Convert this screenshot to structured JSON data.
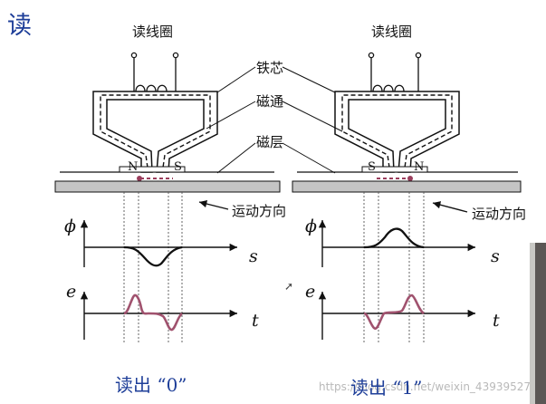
{
  "title": "读",
  "read_coil_label_left": "读线圈",
  "read_coil_label_right": "读线圈",
  "label_core": "铁芯",
  "label_flux": "磁通",
  "label_layer": "磁层",
  "motion_direction_left": "运动方向",
  "motion_direction_right": "运动方向",
  "poles_left": [
    "N",
    "S"
  ],
  "poles_right": [
    "S",
    "N"
  ],
  "axis_labels": {
    "phi": "ϕ",
    "s": "s",
    "e": "e",
    "t": "t"
  },
  "caption_left": "读出 “0”",
  "caption_right": "读出 “1”",
  "watermark": "https://blog.csdn.net/weixin_43939527",
  "colors": {
    "title": "#1f3f99",
    "pulse": "#a0526e",
    "flux_arrow": "#9a3d5c",
    "medium": "#bdbdbd"
  }
}
